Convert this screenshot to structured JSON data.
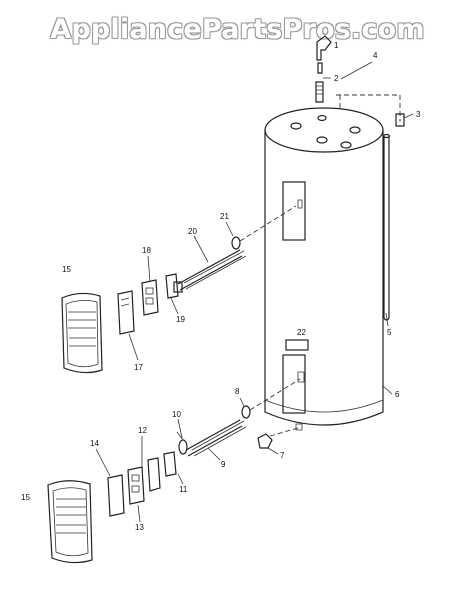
{
  "watermark": "AppliancePartsPros.com",
  "callouts": [
    {
      "id": "c1",
      "text": "1"
    },
    {
      "id": "c2",
      "text": "2"
    },
    {
      "id": "c3",
      "text": "3"
    },
    {
      "id": "c4",
      "text": "4"
    },
    {
      "id": "c5",
      "text": "5"
    },
    {
      "id": "c6",
      "text": "6"
    },
    {
      "id": "c7",
      "text": "7"
    },
    {
      "id": "c8",
      "text": "8"
    },
    {
      "id": "c9",
      "text": "9"
    },
    {
      "id": "c10",
      "text": "10"
    },
    {
      "id": "c11",
      "text": "11"
    },
    {
      "id": "c12",
      "text": "12"
    },
    {
      "id": "c13",
      "text": "13"
    },
    {
      "id": "c14",
      "text": "14"
    },
    {
      "id": "c15a",
      "text": "15"
    },
    {
      "id": "c15b",
      "text": "15"
    },
    {
      "id": "c17",
      "text": "17"
    },
    {
      "id": "c18",
      "text": "18"
    },
    {
      "id": "c19",
      "text": "19"
    },
    {
      "id": "c20",
      "text": "20"
    },
    {
      "id": "c21",
      "text": "21"
    },
    {
      "id": "c22",
      "text": "22"
    }
  ]
}
